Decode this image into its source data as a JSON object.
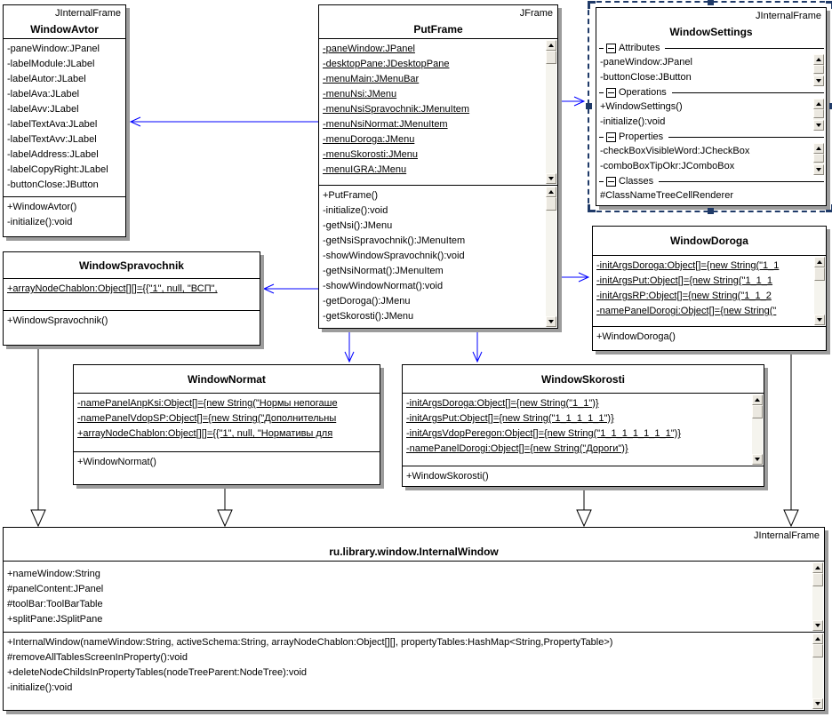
{
  "classes": {
    "windowAvtor": {
      "stereotype": "JInternalFrame",
      "name": "WindowAvtor",
      "attributes": [
        "-paneWindow:JPanel",
        "-labelModule:JLabel",
        "-labelAutor:JLabel",
        "-labelAva:JLabel",
        "-labelAvv:JLabel",
        "-labelTextAva:JLabel",
        "-labelTextAvv:JLabel",
        "-labelAddress:JLabel",
        "-labelCopyRight:JLabel",
        "-buttonClose:JButton"
      ],
      "operations": [
        "+WindowAvtor()",
        "-initialize():void"
      ]
    },
    "putFrame": {
      "stereotype": "JFrame",
      "name": "PutFrame",
      "attributes": [
        "-paneWindow:JPanel",
        "-desktopPane:JDesktopPane",
        "-menuMain:JMenuBar",
        "-menuNsi:JMenu",
        "-menuNsiSpravochnik:JMenuItem",
        "-menuNsiNormat:JMenuItem",
        "-menuDoroga:JMenu",
        "-menuSkorosti:JMenu",
        "-menuIGRA:JMenu"
      ],
      "operations": [
        "+PutFrame()",
        "-initialize():void",
        "-getNsi():JMenu",
        "-getNsiSpravochnik():JMenuItem",
        "-showWindowSpravochnik():void",
        "-getNsiNormat():JMenuItem",
        "-showWindowNormat():void",
        "-getDoroga():JMenu",
        "-getSkorosti():JMenu"
      ]
    },
    "windowSettings": {
      "stereotype": "JInternalFrame",
      "name": "WindowSettings",
      "sections": [
        {
          "label": "Attributes",
          "items": [
            "-paneWindow:JPanel",
            "-buttonClose:JButton"
          ]
        },
        {
          "label": "Operations",
          "items": [
            "+WindowSettings()",
            "-initialize():void"
          ]
        },
        {
          "label": "Properties",
          "items": [
            "-checkBoxVisibleWord:JCheckBox",
            "-comboBoxTipOkr:JComboBox"
          ]
        },
        {
          "label": "Classes",
          "items": [
            "#ClassNameTreeCellRenderer"
          ]
        }
      ]
    },
    "windowDoroga": {
      "name": "WindowDoroga",
      "attributes": [
        "-initArgsDoroga:Object[]={new String(\"1_1",
        "-initArgsPut:Object[]={new String(\"1_1_1",
        "-initArgsRP:Object[]={new String(\"1_1_2",
        "-namePanelDorogi:Object[]={new String(\""
      ],
      "operations": [
        "+WindowDoroga()"
      ]
    },
    "windowSpravochnik": {
      "name": "WindowSpravochnik",
      "attributes": [
        "+arrayNodeChablon:Object[][]={{\"1\", null, \"ВСП\","
      ],
      "operations": [
        "+WindowSpravochnik()"
      ]
    },
    "windowNormat": {
      "name": "WindowNormat",
      "attributes": [
        "-namePanelAnpKsi:Object[]={new String(\"Нормы непогаше",
        "-namePanelVdopSP:Object[]={new String(\"Дополнительны",
        "+arrayNodeChablon:Object[][]={{\"1\", null, \"Нормативы для"
      ],
      "operations": [
        "+WindowNormat()"
      ]
    },
    "windowSkorosti": {
      "name": "WindowSkorosti",
      "attributes": [
        "-initArgsDoroga:Object[]={new String(\"1_1\")}",
        "-initArgsPut:Object[]={new String(\"1_1_1_1_1\")}",
        "-initArgsVdopPeregon:Object[]={new String(\"1_1_1_1_1_1_1\")}",
        "-namePanelDorogi:Object[]={new String(\"Дороги\")}"
      ],
      "operations": [
        "+WindowSkorosti()"
      ]
    },
    "internalWindow": {
      "stereotype": "JInternalFrame",
      "name": "ru.library.window.InternalWindow",
      "attributes": [
        "+nameWindow:String",
        "#panelContent:JPanel",
        "#toolBar:ToolBarTable",
        "+splitPane:JSplitPane"
      ],
      "operations": [
        "+InternalWindow(nameWindow:String, activeSchema:String, arrayNodeChablon:Object[][], propertyTables:HashMap<String,PropertyTable>)",
        "#removeAllTablesScreenInProperty():void",
        "+deleteNodeChildsInPropertyTables(nodeTreeParent:NodeTree):void",
        "-initialize():void"
      ]
    }
  },
  "colors": {
    "connector": "#0000ff",
    "selection": "#1f3a68",
    "shadow": "#9c9c9c",
    "box_border": "#000000"
  }
}
